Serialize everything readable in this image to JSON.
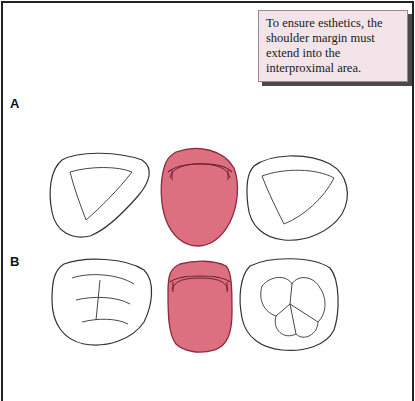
{
  "diagram": {
    "nodes": [
      {
        "text": [
          "To ensure esthetics, the shoulder margin must extend into the interproximal area."
        ]
      }
    ],
    "labels": [
      "A",
      "B"
    ]
  }
}
